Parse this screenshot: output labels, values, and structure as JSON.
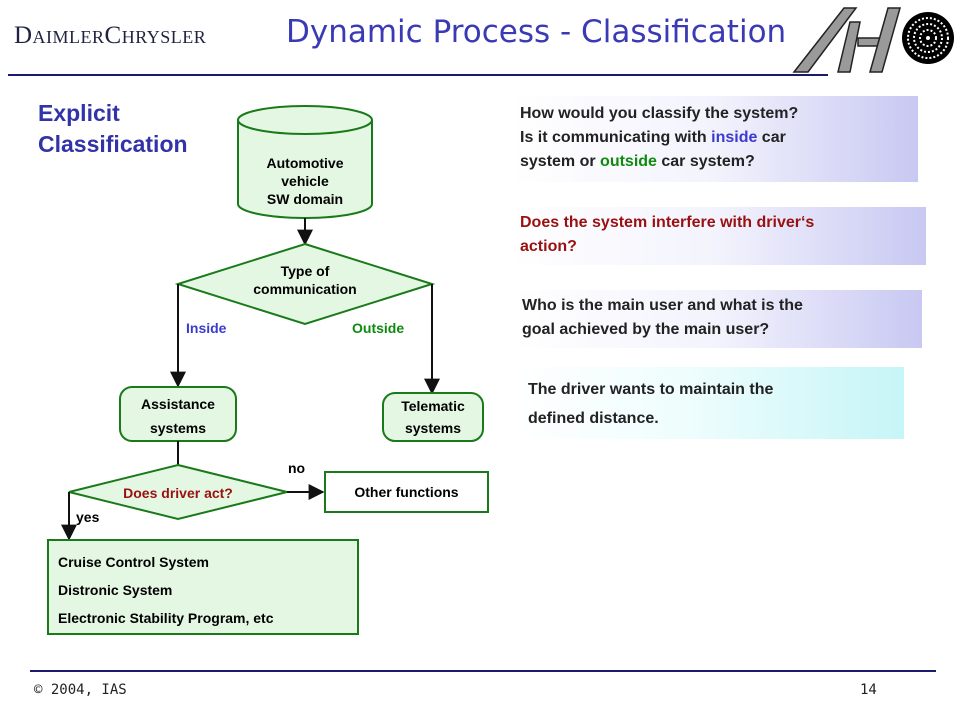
{
  "header": {
    "logo_text": "DaimlerChrysler",
    "title": "Dynamic Process - Classification",
    "ias_logo": "ias-logo-icon"
  },
  "section_title_line1": "Explicit",
  "section_title_line2": "Classification",
  "flow": {
    "domain_line1": "Automotive",
    "domain_line2": "vehicle",
    "domain_line3": "SW domain",
    "decision1_line1": "Type of",
    "decision1_line2": "communication",
    "label_inside": "Inside",
    "label_outside": "Outside",
    "assistance_line1": "Assistance",
    "assistance_line2": "systems",
    "telematic_line1": "Telematic",
    "telematic_line2": "systems",
    "decision2": "Does driver act?",
    "label_no": "no",
    "label_yes": "yes",
    "other_functions": "Other functions",
    "result_line1": "Cruise Control System",
    "result_line2": "Distronic System",
    "result_line3": "Electronic Stability Program, etc"
  },
  "questions": {
    "q1_line1": "How would you classify the system?",
    "q1_line2_a": "Is it communicating with ",
    "q1_line2_inside": "inside",
    "q1_line2_b": " car",
    "q1_line3_a": "system or ",
    "q1_line3_outside": "outside",
    "q1_line3_b": " car system?",
    "q2_line1": "Does the system interfere with driver‘s",
    "q2_line2": "action?",
    "q3_line1": "Who is the main user and what is the",
    "q3_line2": "goal achieved by the main user?",
    "answer_line1": "The driver wants to maintain the",
    "answer_line2": "defined distance."
  },
  "footer": {
    "copyright": "© 2004, IAS",
    "page_number": "14"
  },
  "colors": {
    "title": "#3a3ab4",
    "inside": "#3b3bd0",
    "outside": "#0e8a0e",
    "highlight_red": "#9a1010",
    "shape_fill": "#e3f7e3",
    "shape_stroke": "#1a7a1a"
  }
}
